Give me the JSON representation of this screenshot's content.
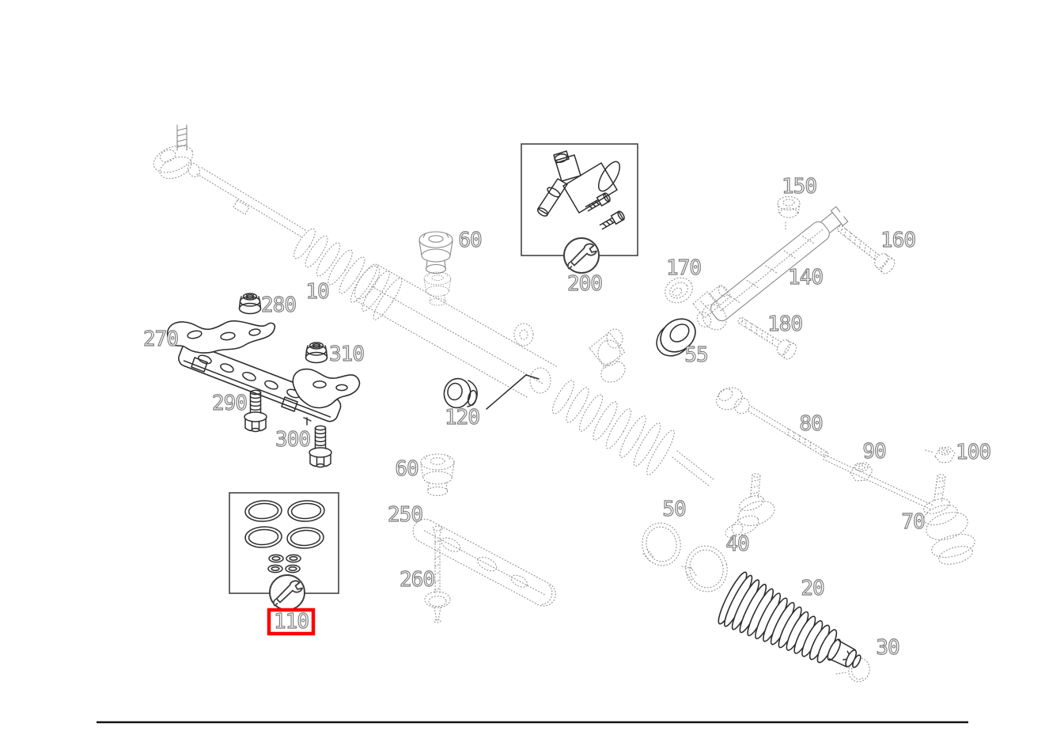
{
  "colors": {
    "background": "#ffffff",
    "line": "#2e2e2e",
    "faint_line": "#8f8f8f",
    "label_outline": "#7a7a7a",
    "highlight_box": "#ff0000",
    "footer_rule": "#141414"
  },
  "icons": {
    "repair_kit": "wrench-in-circle"
  },
  "highlight": {
    "part": "110"
  },
  "parts": {
    "n10": "10",
    "n20": "20",
    "n30": "30",
    "n40": "40",
    "n50": "50",
    "n55": "55",
    "n60a": "60",
    "n60b": "60",
    "n70": "70",
    "n80": "80",
    "n90": "90",
    "n100": "100",
    "n110": "110",
    "n120": "120",
    "n140": "140",
    "n150": "150",
    "n160": "160",
    "n170": "170",
    "n180": "180",
    "n200": "200",
    "n250": "250",
    "n260": "260",
    "n270": "270",
    "n280": "280",
    "n290": "290",
    "n300": "300",
    "n310": "310"
  }
}
